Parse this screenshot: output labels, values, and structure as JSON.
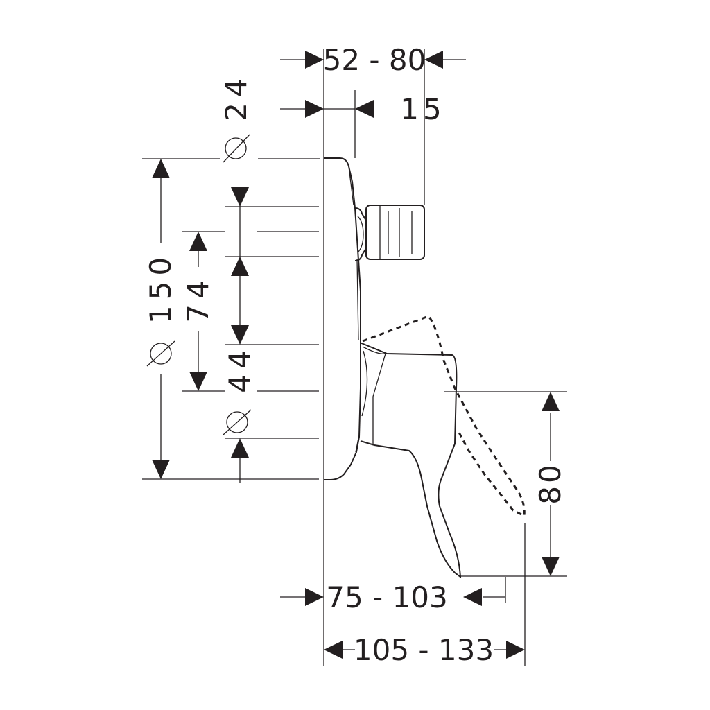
{
  "drawing": {
    "diameter_symbol": "⌀",
    "dimensions": {
      "top_depth": "52 - 80",
      "top_diameter": "24",
      "top_outlet": "15",
      "plate_diameter": "150",
      "spacing_74": "74",
      "spacing_44": "44",
      "handle_height": "80",
      "lever_projection": "75 - 103",
      "total_projection": "105 - 133"
    }
  }
}
